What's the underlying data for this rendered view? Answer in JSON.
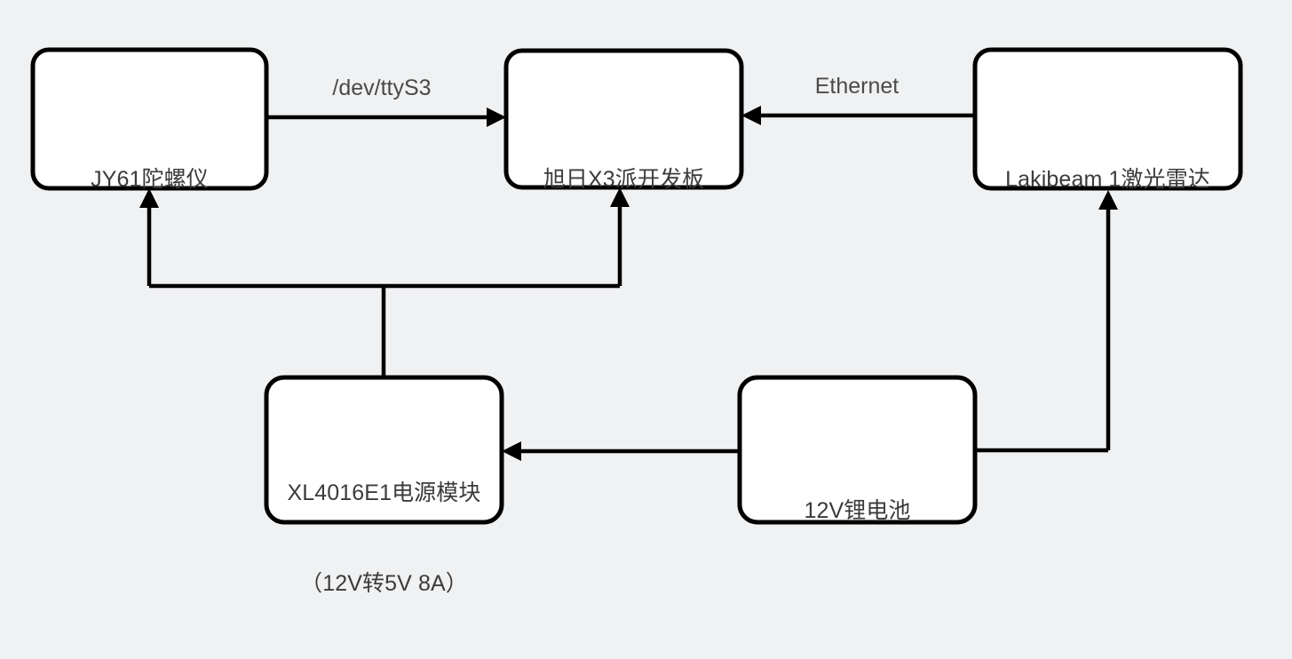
{
  "diagram": {
    "type": "block-diagram",
    "background_color": "#f0f1f2",
    "node_fill": "#ffffff",
    "node_stroke": "#000000",
    "text_color": "#3b3b3b",
    "nodes": [
      {
        "id": "imu",
        "label": "JY61陀螺仪"
      },
      {
        "id": "board",
        "label": "旭日X3派开发板"
      },
      {
        "id": "lidar",
        "label": "Lakibeam 1激光雷达"
      },
      {
        "id": "psu_l1",
        "label": "XL4016E1电源模块"
      },
      {
        "id": "psu_l2",
        "label": "（12V转5V 8A）"
      },
      {
        "id": "battery",
        "label": "12V锂电池"
      }
    ],
    "edges": [
      {
        "id": "imu-to-board",
        "label": "/dev/ttyS3"
      },
      {
        "id": "lidar-to-board",
        "label": "Ethernet"
      },
      {
        "id": "psu-to-imu",
        "label": ""
      },
      {
        "id": "psu-to-board",
        "label": ""
      },
      {
        "id": "battery-to-psu",
        "label": ""
      },
      {
        "id": "battery-to-lidar",
        "label": ""
      }
    ]
  }
}
